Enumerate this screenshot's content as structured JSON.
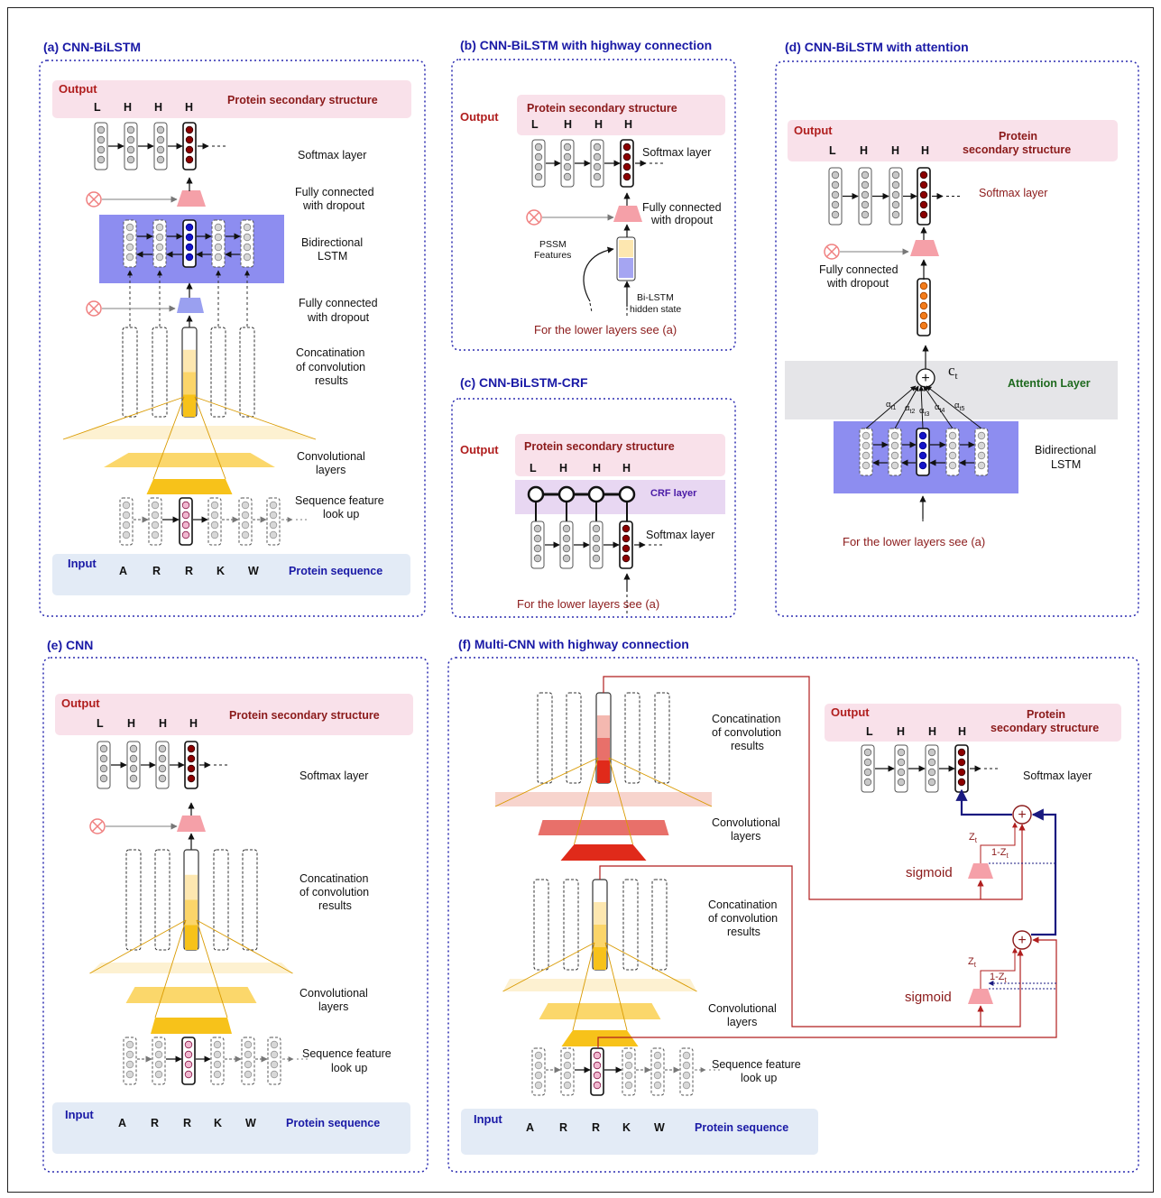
{
  "panels": {
    "a": {
      "title": "(a) CNN-BiLSTM",
      "output": "Output",
      "pss": "Protein secondary structure",
      "input": "Input",
      "protein_sequence": "Protein sequence",
      "softmax": "Softmax layer",
      "fc1": "Fully connected",
      "fc2": "with dropout",
      "bilstm1": "Bidirectional",
      "bilstm2": "LSTM",
      "fcb1": "Fully connected",
      "fcb2": "with dropout",
      "concat1": "Concatination",
      "concat2": "of convolution",
      "concat3": "results",
      "conv1": "Convolutional",
      "conv2": "layers",
      "seq1": "Sequence feature",
      "seq2": "look up"
    },
    "b": {
      "title": "(b) CNN-BiLSTM  with highway connection",
      "output": "Output",
      "pss": "Protein secondary structure",
      "softmax": "Softmax layer",
      "fc1": "Fully connected",
      "fc2": "with dropout",
      "pssm1": "PSSM",
      "pssm2": "Features",
      "bihid1": "Bi-LSTM",
      "bihid2": "hidden state",
      "lower": "For the lower layers see (a)"
    },
    "c": {
      "title": "(c) CNN-BiLSTM-CRF",
      "output": "Output",
      "pss": "Protein secondary structure",
      "crf": "CRF layer",
      "softmax": "Softmax layer",
      "lower": "For the lower layers see (a)"
    },
    "d": {
      "title": "(d) CNN-BiLSTM  with attention",
      "output": "Output",
      "pss1": "Protein",
      "pss2": "secondary structure",
      "softmax": "Softmax layer",
      "fc1": "Fully connected",
      "fc2": "with dropout",
      "attention": "Attention Layer",
      "ct": "c",
      "ct_sub": "t",
      "bilstm1": "Bidirectional",
      "bilstm2": "LSTM",
      "lower": "For the lower layers see (a)",
      "alphas": [
        "α",
        "α",
        "α",
        "α",
        "α"
      ],
      "alpha_subs": [
        "t1",
        "t2",
        "t3",
        "t4",
        "t5"
      ]
    },
    "e": {
      "title": "(e) CNN",
      "output": "Output",
      "pss": "Protein secondary structure",
      "input": "Input",
      "protein_sequence": "Protein sequence",
      "softmax": "Softmax layer",
      "concat1": "Concatination",
      "concat2": "of convolution",
      "concat3": "results",
      "conv1": "Convolutional",
      "conv2": "layers",
      "seq1": "Sequence feature",
      "seq2": "look up"
    },
    "f": {
      "title": "(f) Multi-CNN with highway connection",
      "output": "Output",
      "pss1": "Protein",
      "pss2": "secondary structure",
      "softmax": "Softmax layer",
      "concat1": "Concatination",
      "concat2": "of convolution",
      "concat3": "results",
      "conv1": "Convolutional",
      "conv2": "layers",
      "seq1": "Sequence feature",
      "seq2": "look up",
      "input": "Input",
      "protein_sequence": "Protein sequence",
      "sigmoid": "sigmoid",
      "zt": "Z",
      "zt_sub": "t",
      "one_minus": "1-Z",
      "one_minus_sub": "t"
    }
  },
  "output_letters": [
    "L",
    "H",
    "H",
    "H"
  ],
  "input_letters": [
    "A",
    "R",
    "R",
    "K",
    "W"
  ],
  "colors": {
    "title_blue": "#1a1aa6",
    "output_red": "#b01e1e",
    "output_bg": "#f9e1ea",
    "input_bg": "#e3ebf6",
    "lstm_bg": "#8d8df0",
    "att_bg": "#e5e5e8",
    "crf_bg": "#e8d7f2",
    "conv_yellow": "#f7c21a",
    "conv_red": "#e02a1a",
    "dark_red_dot": "#8b0000",
    "blue_dot": "#1515c8",
    "orange_dot": "#f37c1a"
  }
}
